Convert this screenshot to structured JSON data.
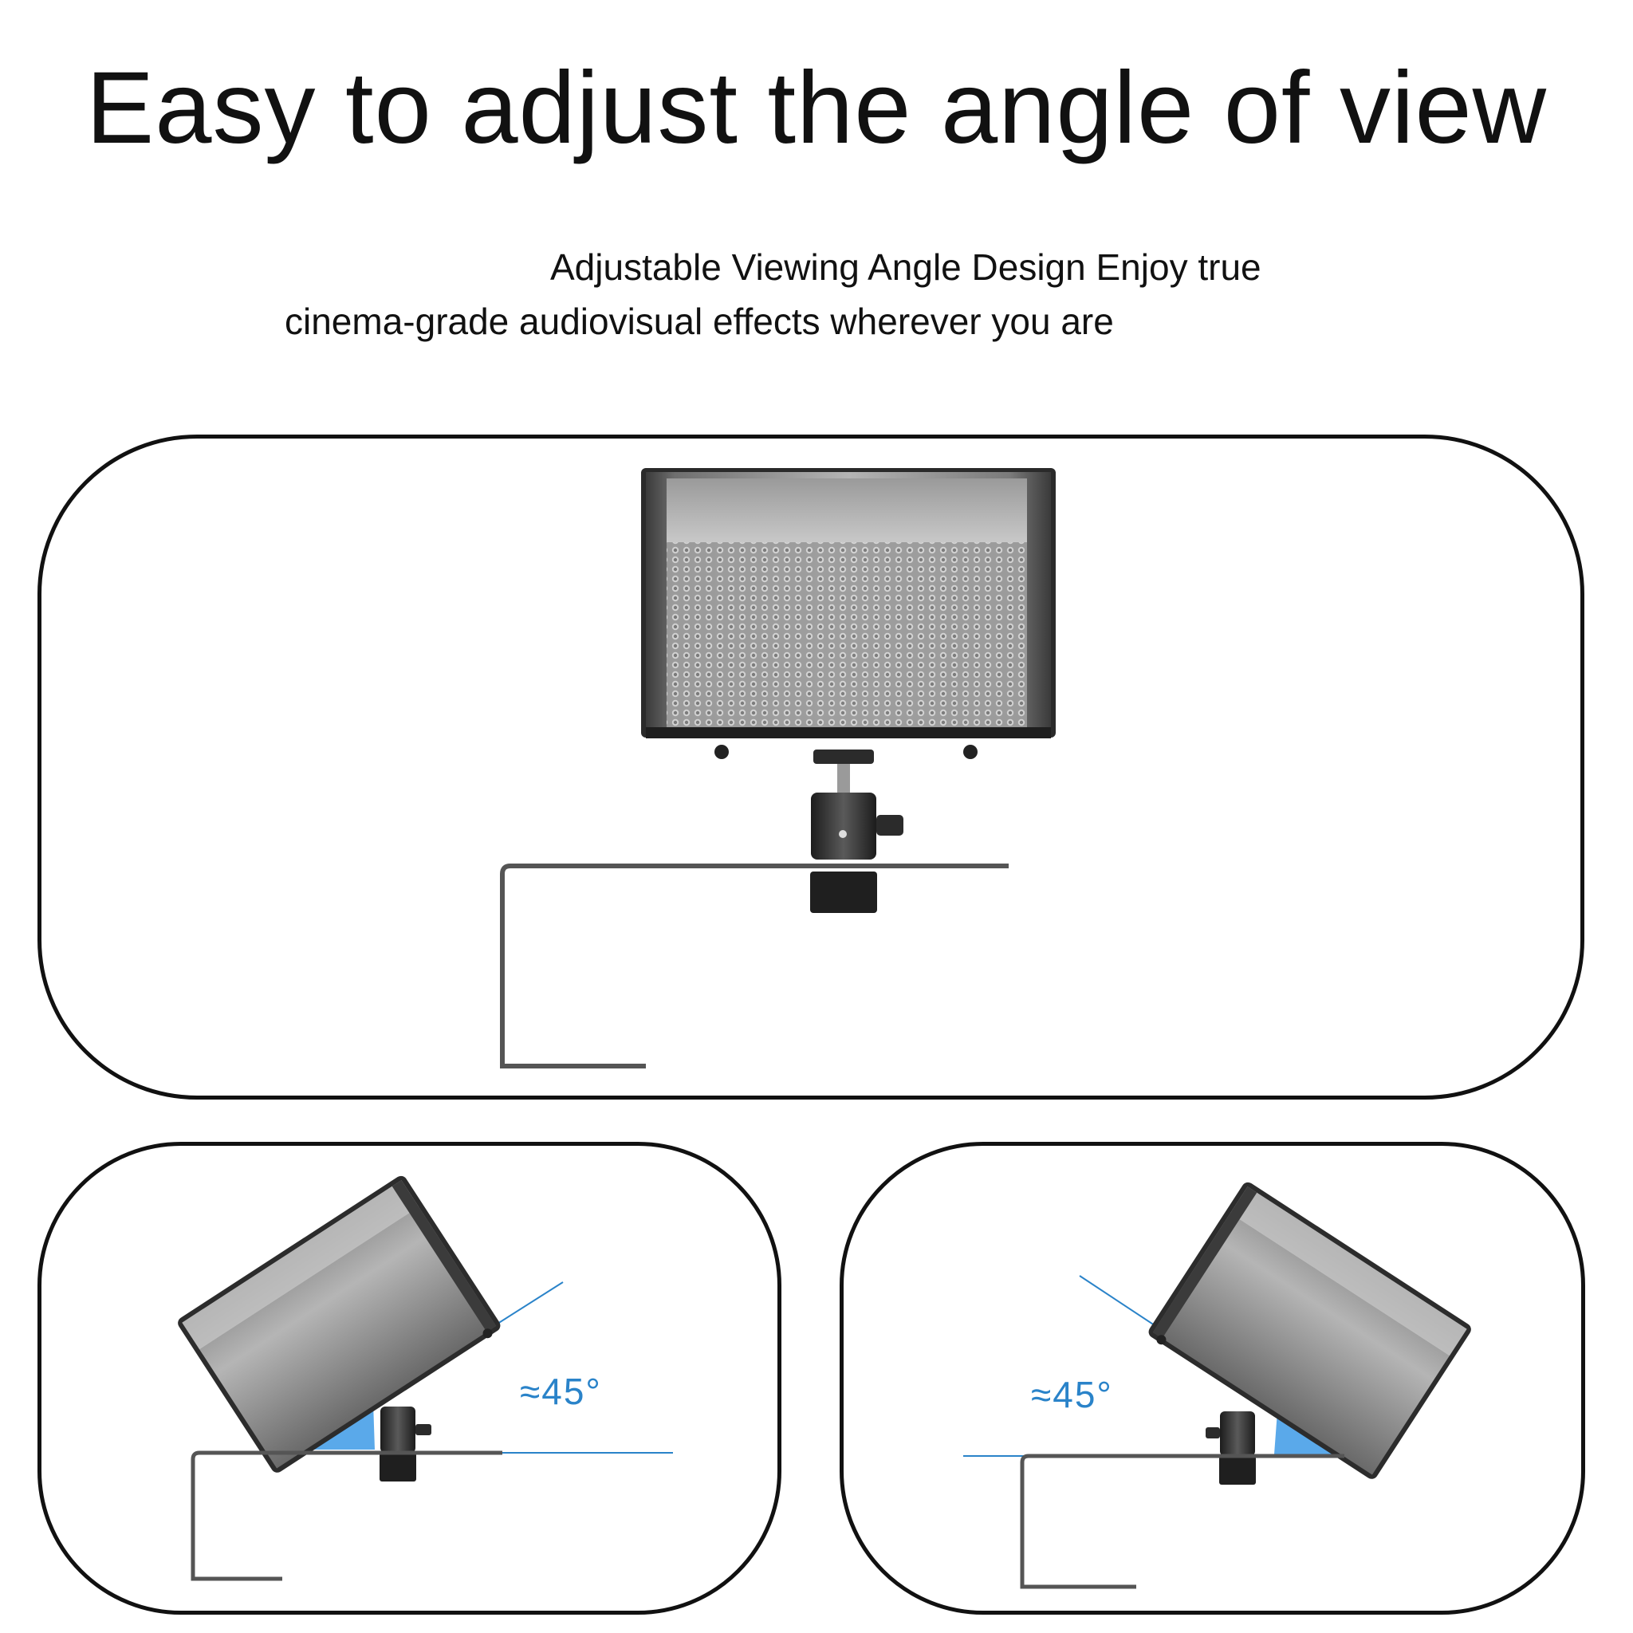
{
  "header": {
    "title": "Easy to adjust the angle of view",
    "subtitle_line1": "Adjustable Viewing Angle Design Enjoy true",
    "subtitle_line2": "cinema-grade audiovisual effects wherever you are"
  },
  "panels": {
    "left": {
      "angle_label": "≈45°"
    },
    "right": {
      "angle_label": "≈45°"
    }
  },
  "colors": {
    "accent_blue": "#2a83c9",
    "angle_fill": "#5aa9ea",
    "bracket": "#555555"
  },
  "icons": [
    "projector-icon",
    "ball-head-mount-icon",
    "wall-bracket-icon",
    "angle-indicator-icon"
  ]
}
